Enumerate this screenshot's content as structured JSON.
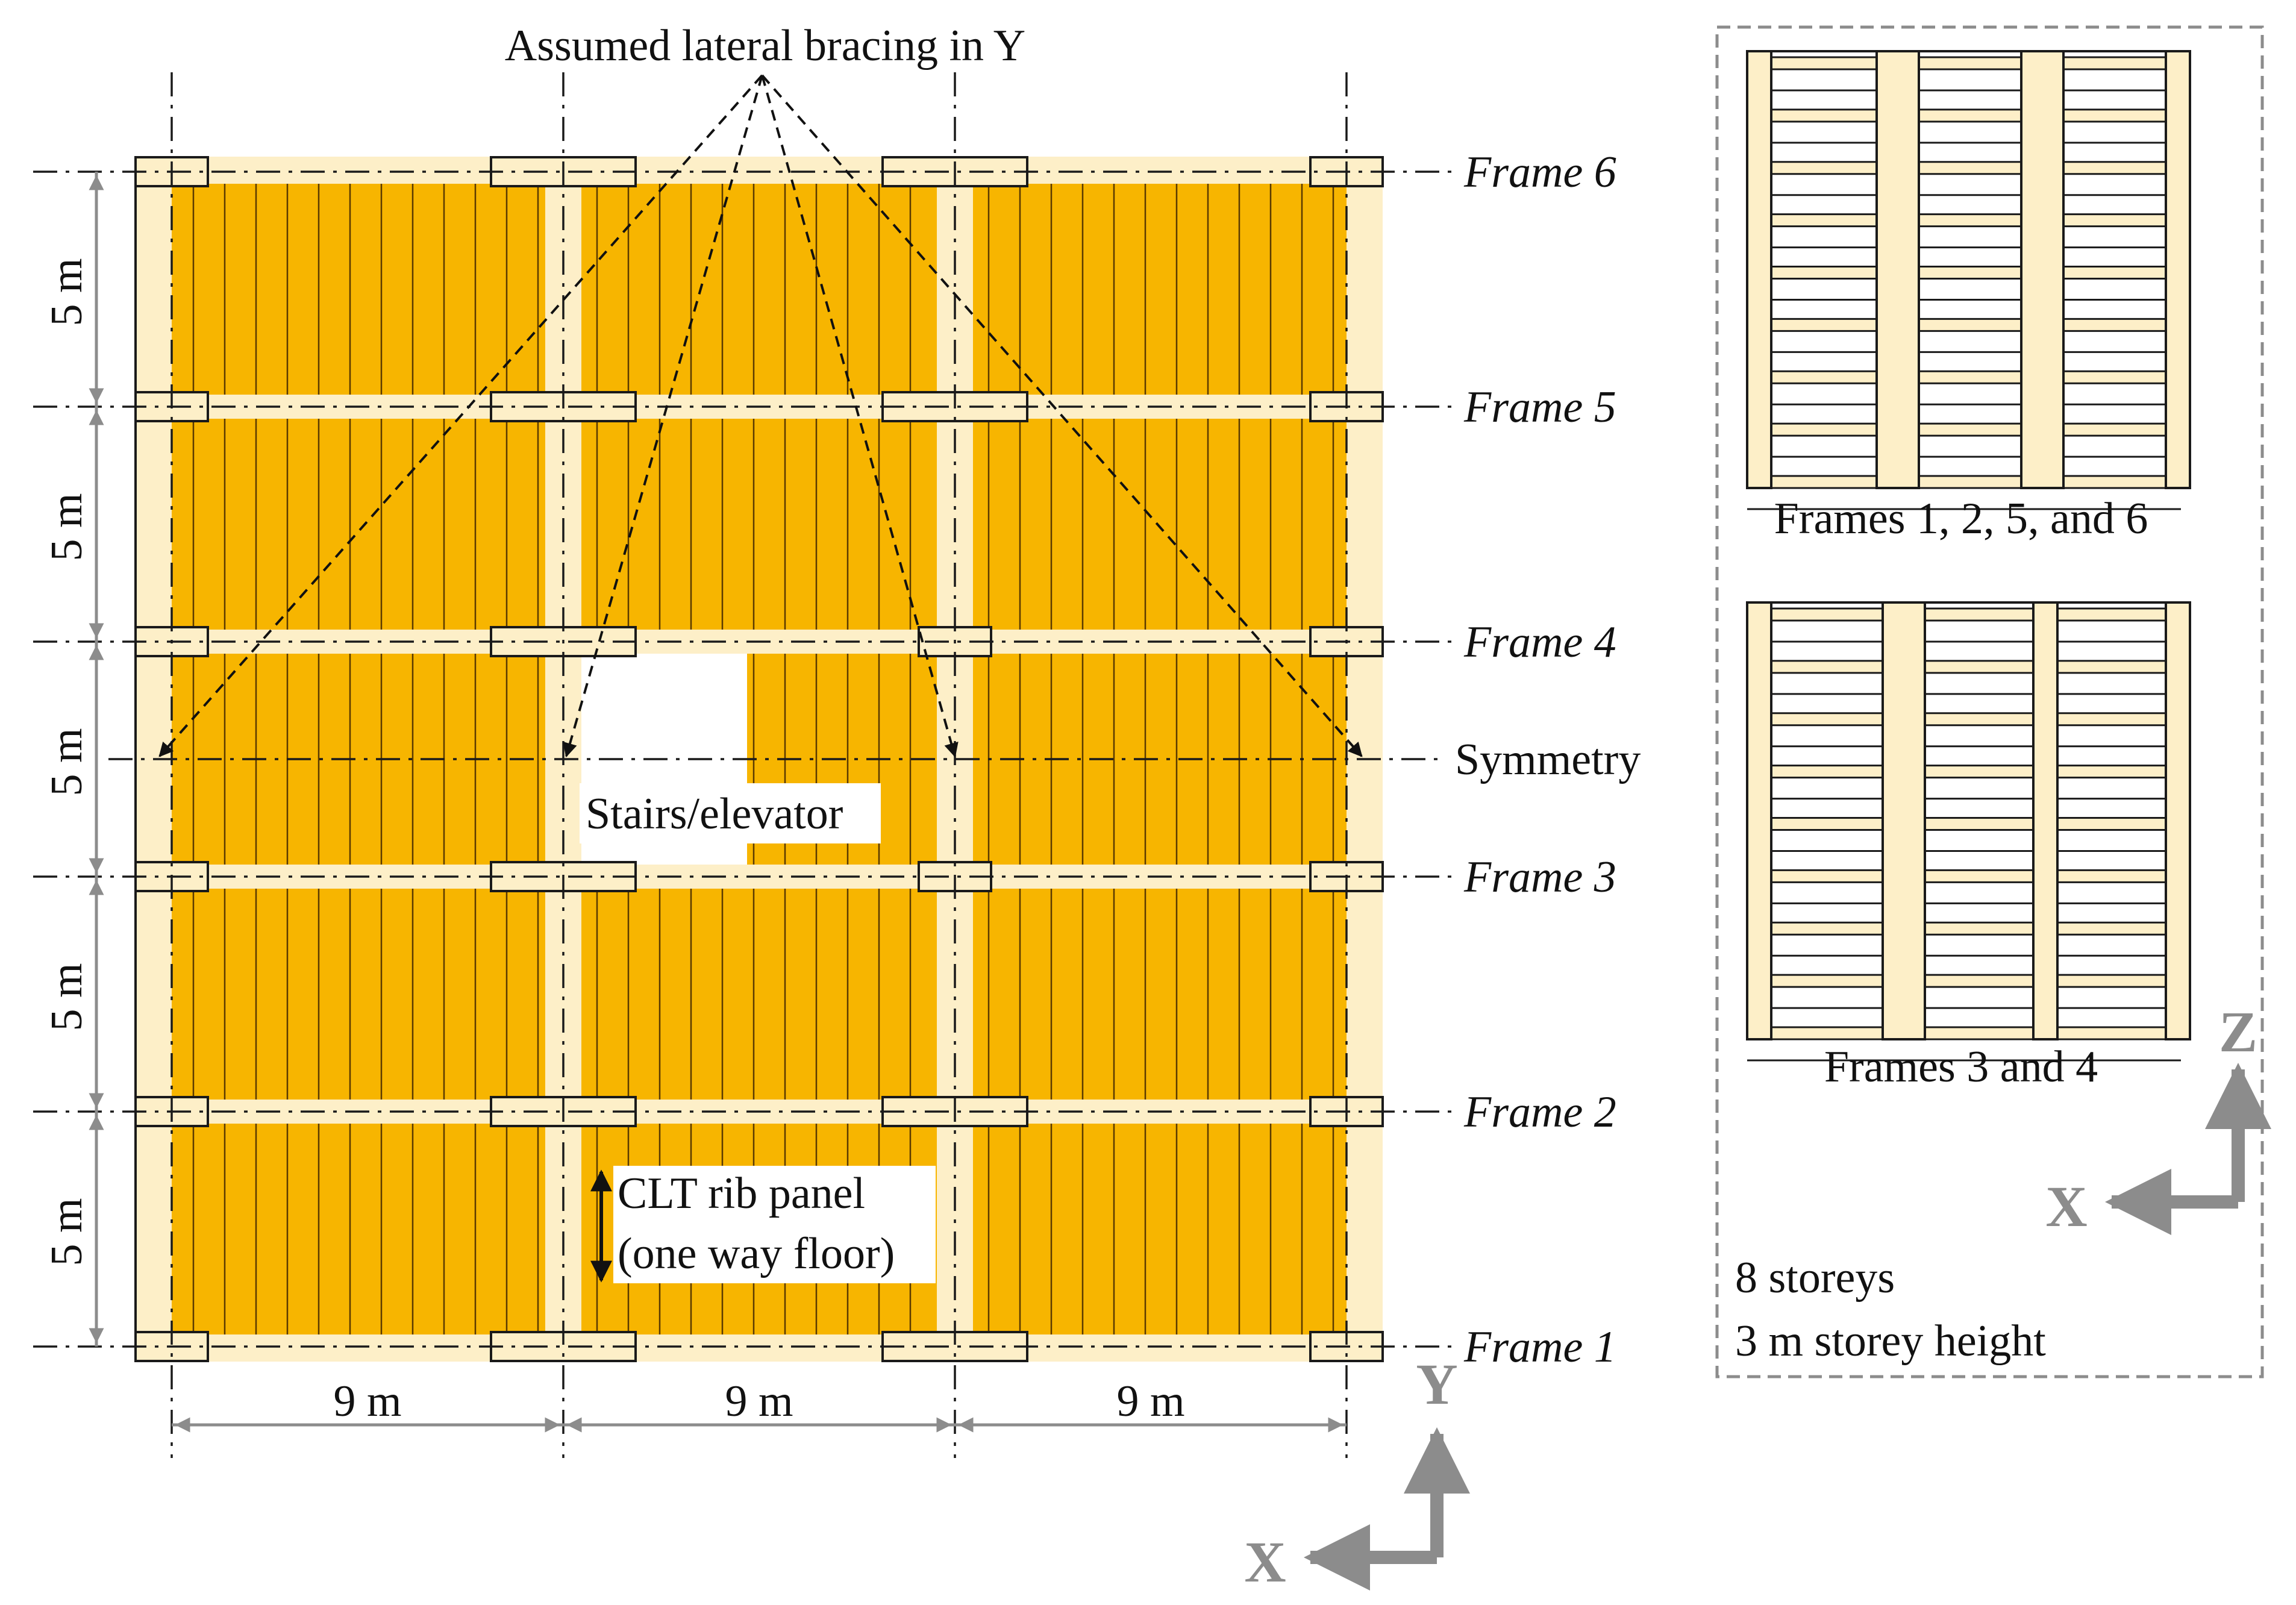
{
  "plan": {
    "bracing_label": "Assumed lateral bracing in Y",
    "frames": [
      "Frame 1",
      "Frame 2",
      "Frame 3",
      "Frame 4",
      "Frame 5",
      "Frame 6"
    ],
    "span_y_labels": [
      "5 m",
      "5 m",
      "5 m",
      "5 m",
      "5 m"
    ],
    "span_x_labels": [
      "9 m",
      "9 m",
      "9 m"
    ],
    "symmetry_label": "Symmetry",
    "opening_label": "Stairs/elevator",
    "panel_label_line1": "CLT rib panel",
    "panel_label_line2": "(one way floor)",
    "axis_y": "Y",
    "axis_x": "X"
  },
  "elevations": {
    "frames_1256_label": "Frames 1, 2, 5, and 6",
    "frames_34_label": "Frames 3 and 4",
    "axis_z": "Z",
    "axis_x": "X",
    "note_line1": "8 storeys",
    "note_line2": "3 m storey height"
  },
  "colors": {
    "panel": "#f7b500",
    "timber": "#fdefc8",
    "stroke": "#1a1a1a",
    "dimension": "#8c8c8c"
  }
}
